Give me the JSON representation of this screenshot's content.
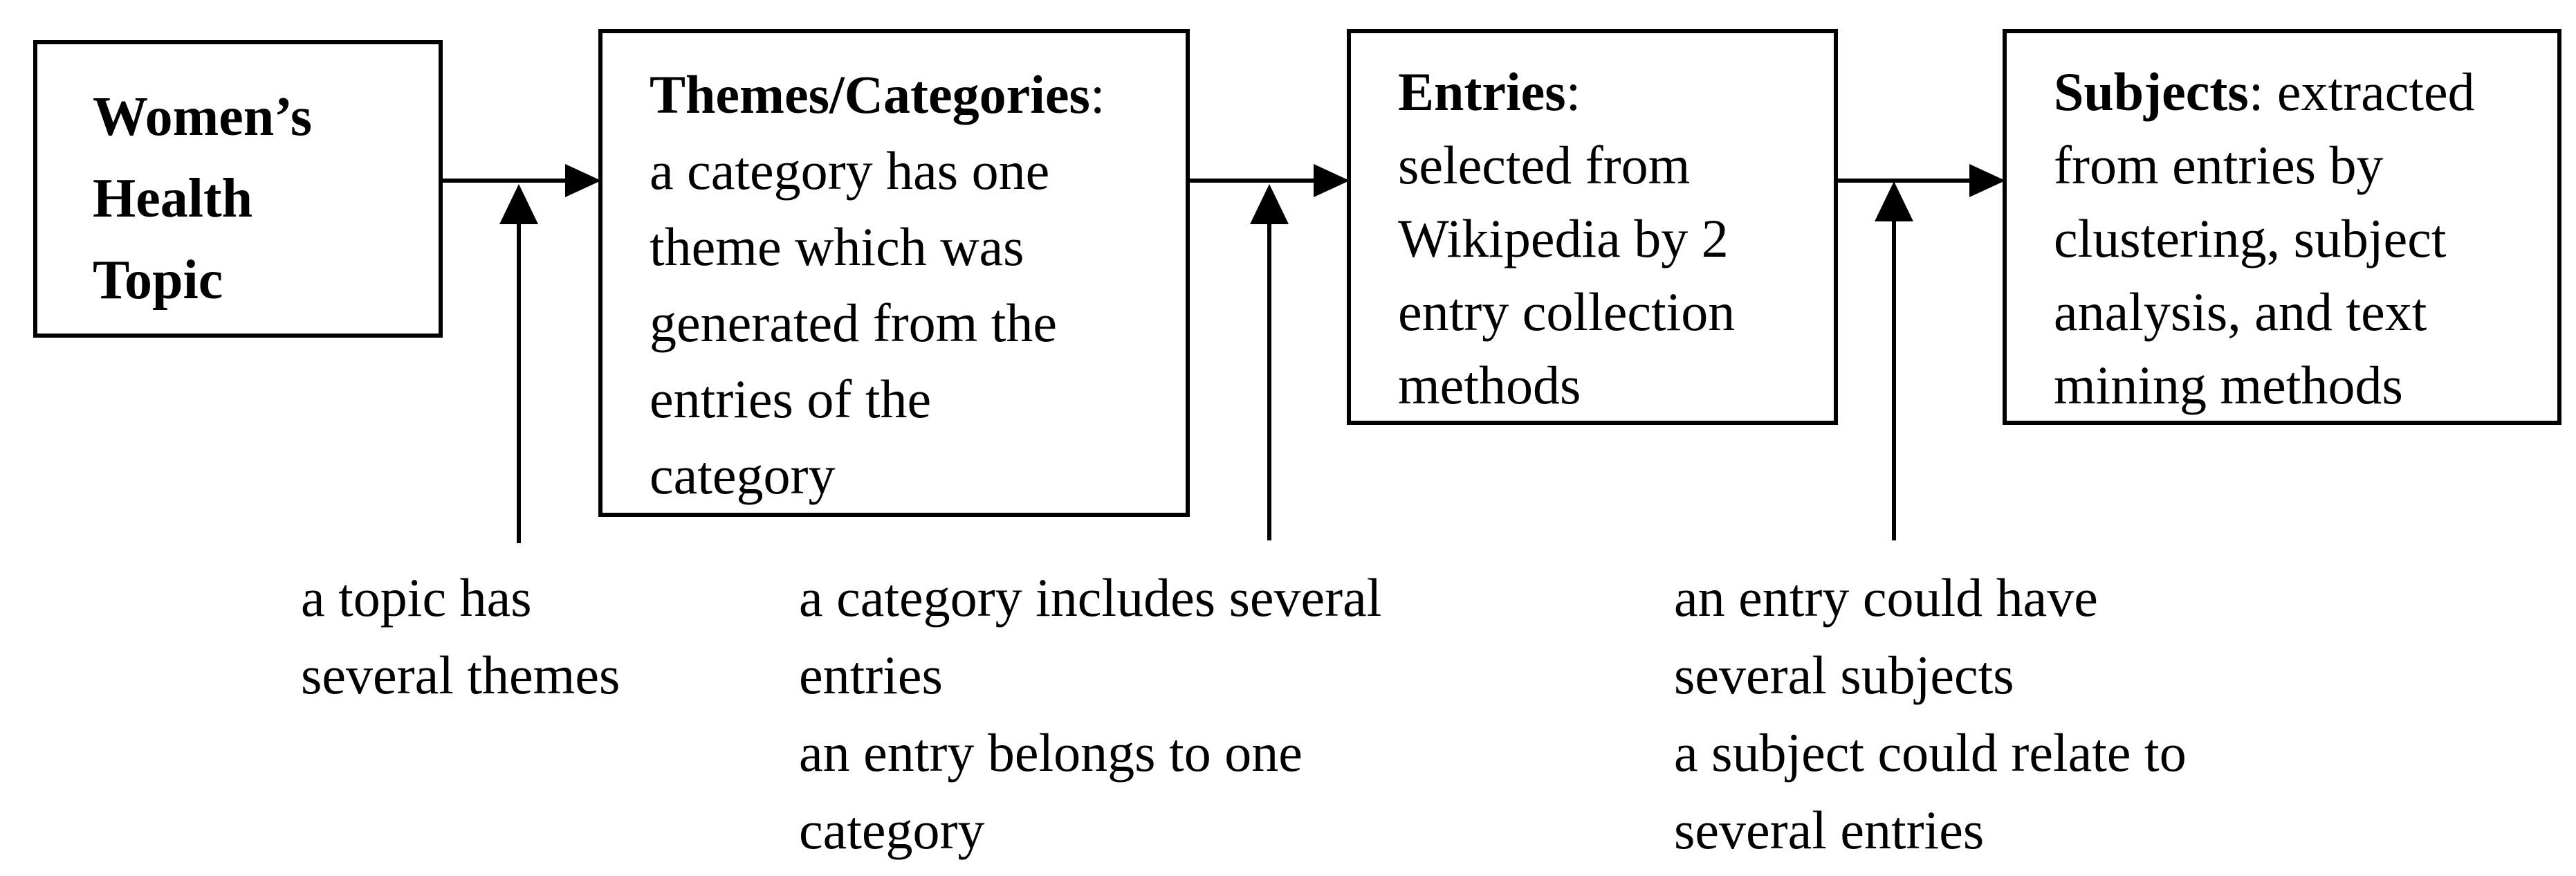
{
  "diagram_title": "Women's Health Topic data model flow",
  "colors": {
    "line": "#000000",
    "text": "#000000",
    "background": "#ffffff"
  },
  "boxes": [
    {
      "id": "womens-health-topic",
      "title": "Women’s\nHealth\nTopic",
      "suffix": "",
      "body": ""
    },
    {
      "id": "themes-categories",
      "title": "Themes/Categories",
      "suffix": ":",
      "body": "a category has one\ntheme which was\ngenerated from the\nentries of the\ncategory"
    },
    {
      "id": "entries",
      "title": "Entries",
      "suffix": ":",
      "body": "selected from\nWikipedia by 2\nentry collection\nmethods"
    },
    {
      "id": "subjects",
      "title": "Subjects",
      "suffix": ": extracted",
      "body": "from entries by\nclustering, subject\nanalysis, and text\nmining methods"
    }
  ],
  "edge_labels": [
    {
      "id": "topic-themes-relation",
      "text": "a topic has\nseveral themes"
    },
    {
      "id": "category-entries-relation",
      "text": "a category includes several\nentries\nan entry belongs to one\ncategory"
    },
    {
      "id": "entry-subjects-relation",
      "text": "an entry could have\nseveral subjects\na subject could relate to\nseveral entries"
    }
  ]
}
